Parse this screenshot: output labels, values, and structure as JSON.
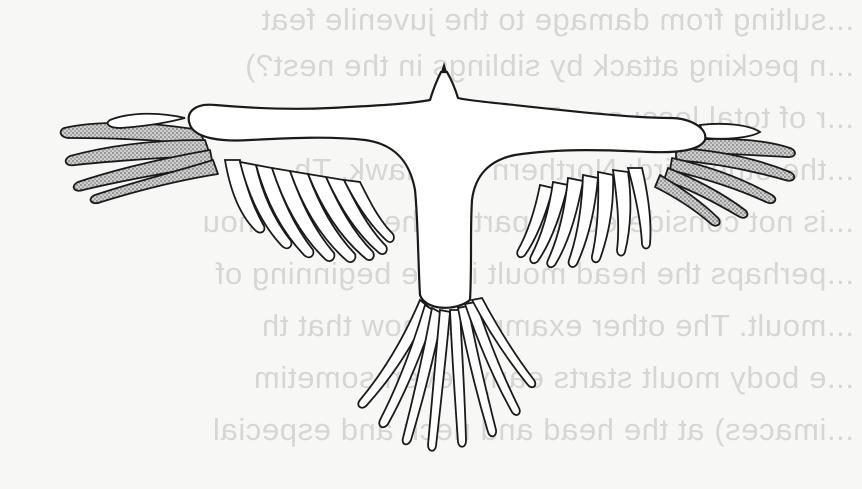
{
  "figure": {
    "subject": "eagle-in-flight",
    "palette": {
      "paper": "#f7f7f5",
      "ink": "#1a1a1a",
      "stipple": "#8a8a8a"
    }
  },
  "bleed_through_lines": [
    "...sulting from damage to the juvenile feat",
    "...n pecking attack by siblings in the nest?)",
    "...r of total loss; see Brithaine / and",
    "...the other bird: Northern Goshawk. Th",
    "...is not considered as part of the regular mou",
    "...perhaps the head moult is the beginning of",
    "...moult. The other examples show that th",
    "...e body moult starts early (even sometim",
    "...imaces) at the head and neck and especial"
  ]
}
